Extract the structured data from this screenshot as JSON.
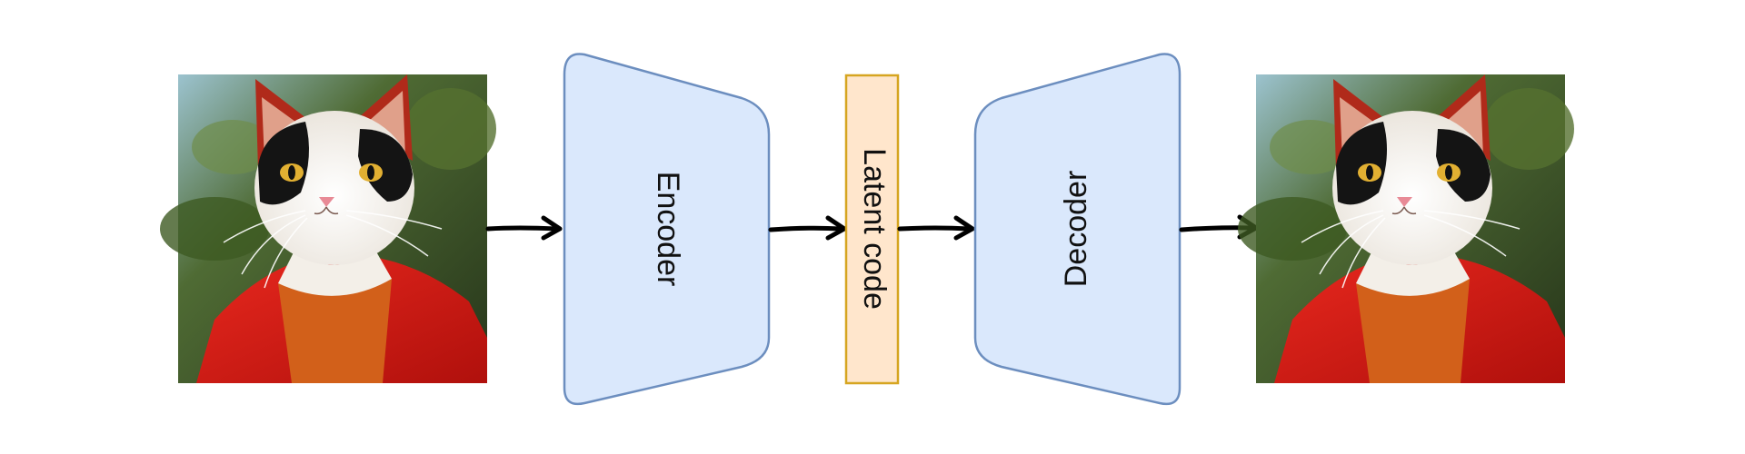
{
  "diagram": {
    "encoder_label": "Encoder",
    "latent_label": "Latent code",
    "decoder_label": "Decoder",
    "input_image": "painting of a calico cat in a red robe (Mona Lisa style)",
    "output_image": "reconstructed painting of the calico cat in a red robe"
  },
  "colors": {
    "block_fill": "#dae8fc",
    "block_stroke": "#6c8ebf",
    "latent_fill": "#ffe6cc",
    "latent_stroke": "#d6a520",
    "arrow": "#000000"
  }
}
